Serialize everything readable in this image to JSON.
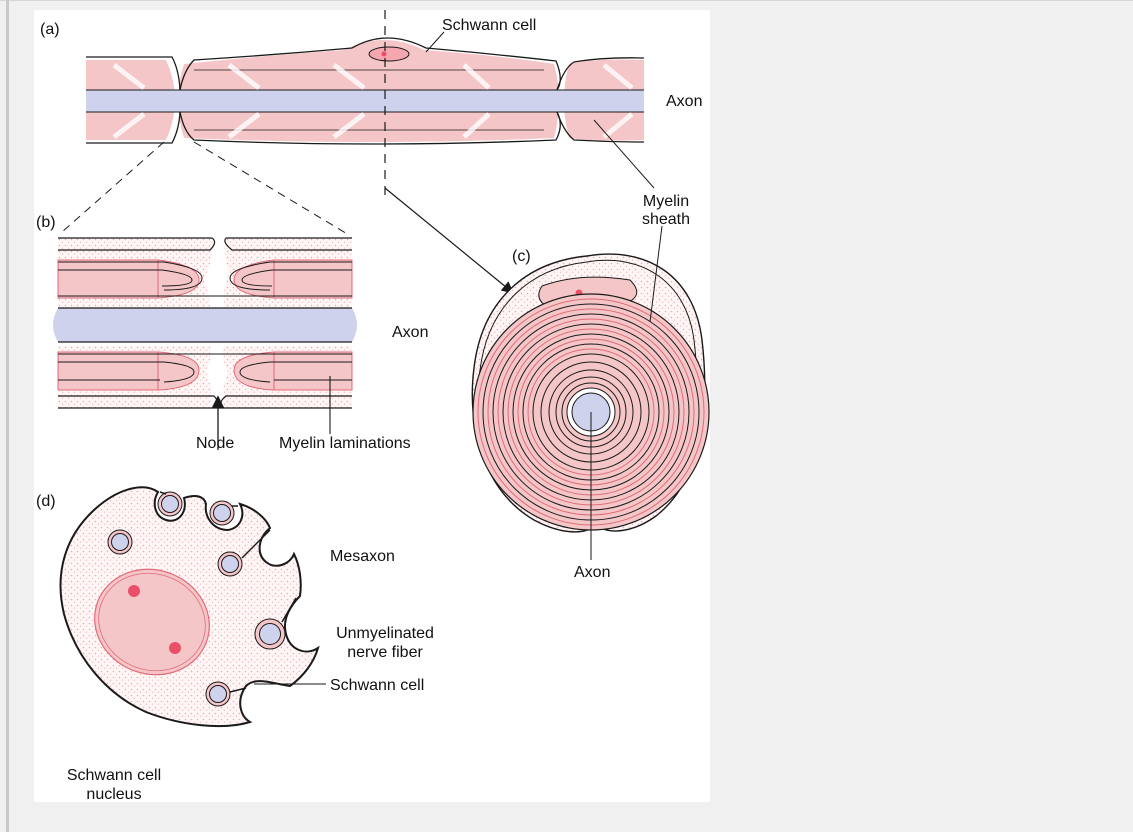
{
  "colors": {
    "page_background": "#f0f0f0",
    "figure_background": "#ffffff",
    "myelin_pink": "#f5c6c8",
    "myelin_line": "#e06b78",
    "axon_blue": "#cfd2ec",
    "nucleus_red": "#ea4f6a",
    "outline": "#1a1a1a"
  },
  "icons": [
    "schwann-cell-shape",
    "axon-shape",
    "myelin-sheath-shape",
    "node-gap-shape"
  ],
  "figure": {
    "panel_a": {
      "tag": "(a)",
      "schwann_cell": "Schwann cell",
      "axon": "Axon",
      "myelin_sheath_line1": "Myelin",
      "myelin_sheath_line2": "sheath"
    },
    "panel_b": {
      "tag": "(b)",
      "axon": "Axon",
      "node": "Node",
      "myelin_laminations": "Myelin laminations"
    },
    "panel_c": {
      "tag": "(c)",
      "axon": "Axon"
    },
    "panel_d": {
      "tag": "(d)",
      "mesaxon": "Mesaxon",
      "unmyelinated_line1": "Unmyelinated",
      "unmyelinated_line2": "nerve fiber",
      "schwann_cell": "Schwann cell",
      "nucleus_line1": "Schwann cell",
      "nucleus_line2": "nucleus"
    }
  }
}
